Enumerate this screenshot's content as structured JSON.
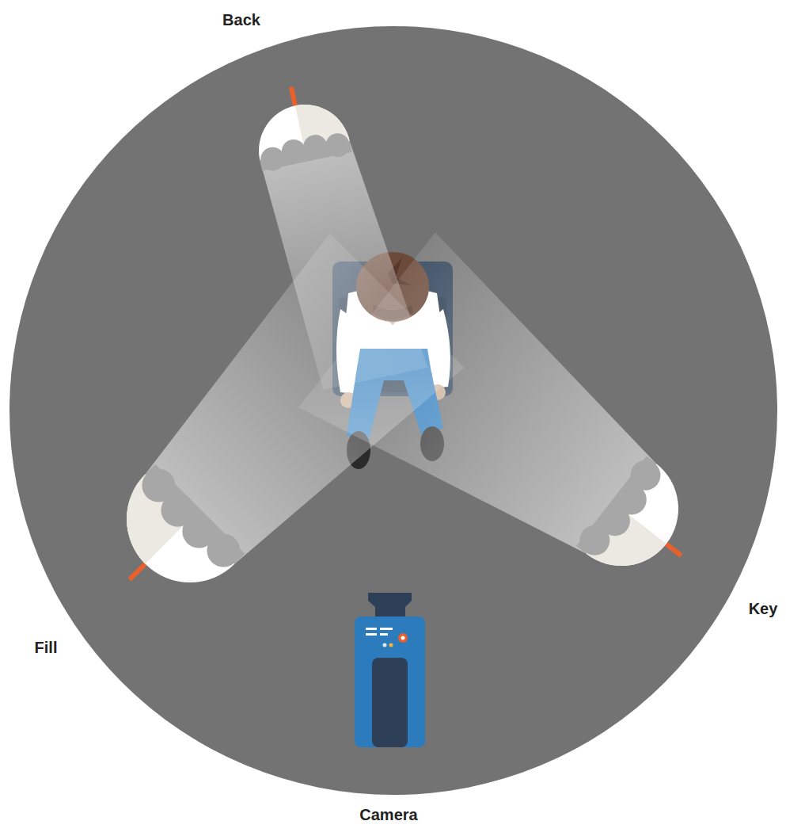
{
  "diagram": {
    "labels": [
      "Back",
      "Key",
      "Fill",
      "Camera"
    ]
  }
}
